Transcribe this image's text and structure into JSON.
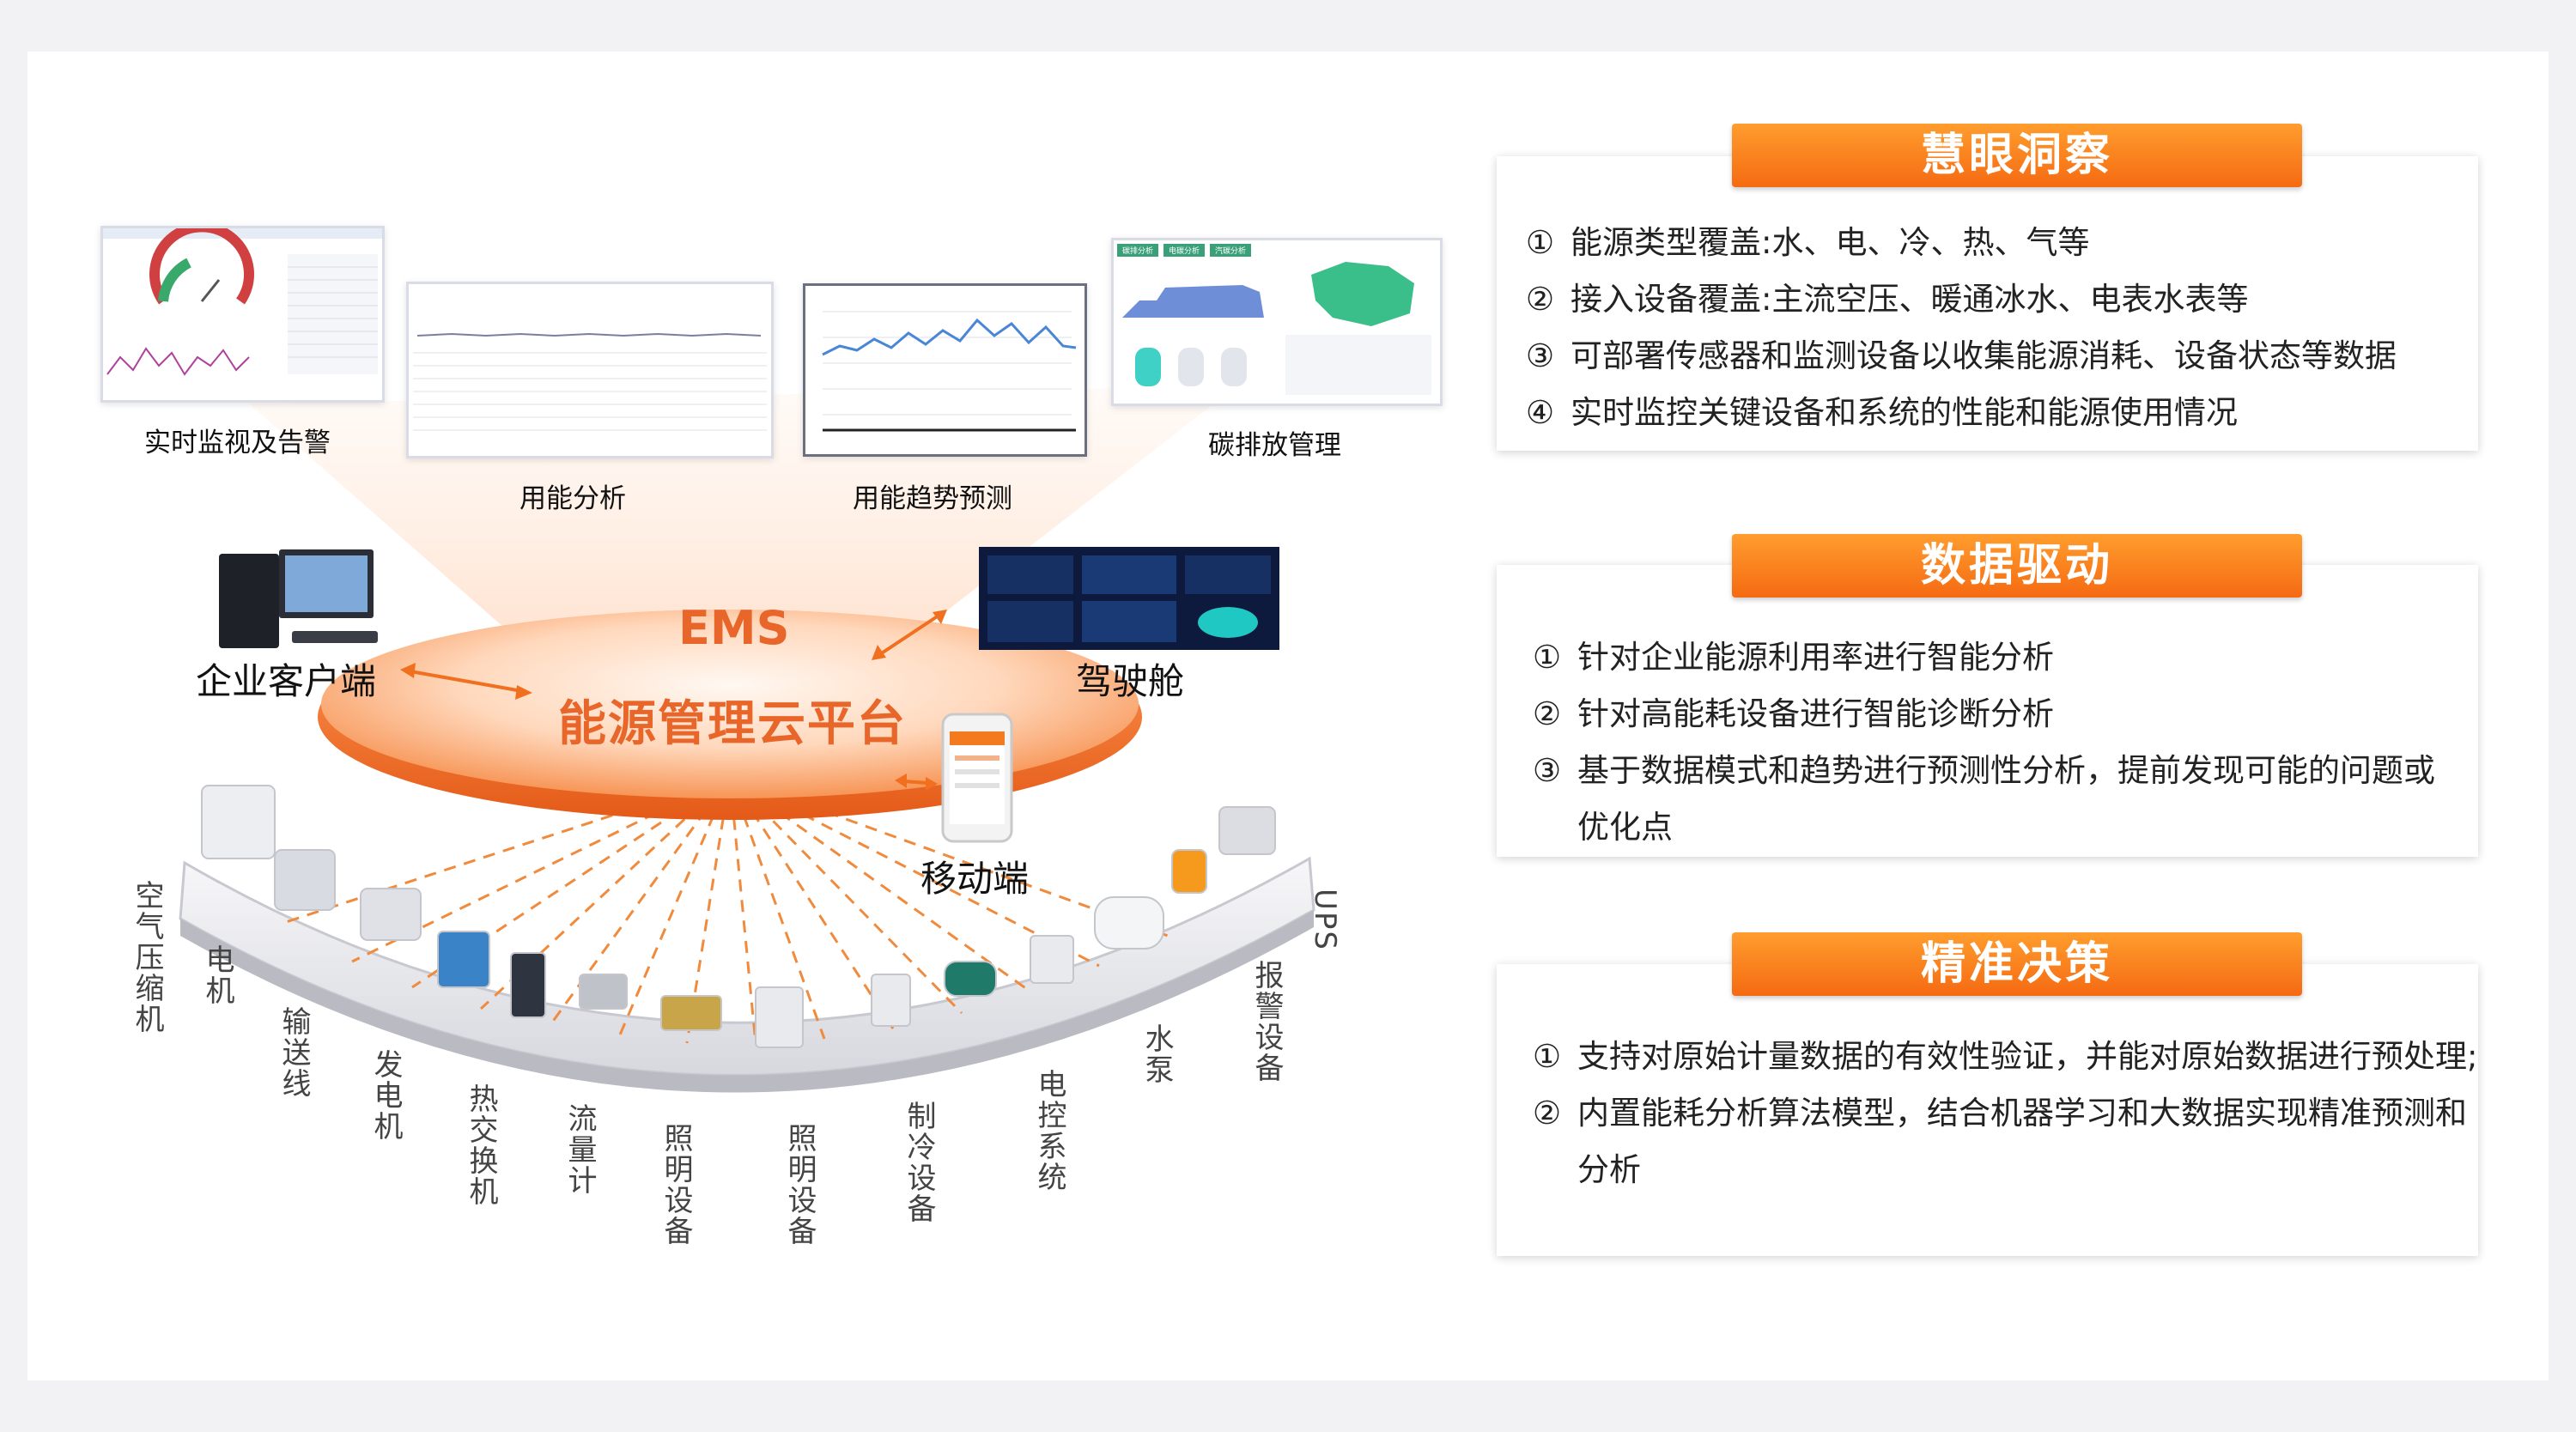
{
  "diagram": {
    "screens": [
      {
        "caption": "实时监视及告警"
      },
      {
        "caption": "用能分析"
      },
      {
        "caption": "用能趋势预测"
      },
      {
        "caption": "碳排放管理"
      }
    ],
    "platform": {
      "title": "EMS",
      "subtitle": "能源管理云平台"
    },
    "nodes": {
      "client": "企业客户端",
      "cockpit": "驾驶舱",
      "mobile": "移动端"
    },
    "devices": [
      "空气压缩机",
      "电机",
      "输送线",
      "发电机",
      "热交换机",
      "流量计",
      "照明设备",
      "照明设备",
      "制冷设备",
      "电控系统",
      "水泵",
      "报警设备",
      "UPS"
    ],
    "carbon_tabs": [
      "碳排分析",
      "电碳分析",
      "汽碳分析"
    ],
    "colors": {
      "accent": "#f07020",
      "platform": "#e8662a"
    }
  },
  "panels": [
    {
      "title": "慧眼洞察",
      "items": [
        {
          "num": "①",
          "text": "能源类型覆盖:水、电、冷、热、气等"
        },
        {
          "num": "②",
          "text": "接入设备覆盖:主流空压、暖通冰水、电表水表等"
        },
        {
          "num": "③",
          "text": "可部署传感器和监测设备以收集能源消耗、设备状态等数据"
        },
        {
          "num": "④",
          "text": "实时监控关键设备和系统的性能和能源使用情况"
        }
      ]
    },
    {
      "title": "数据驱动",
      "items": [
        {
          "num": "①",
          "text": "针对企业能源利用率进行智能分析"
        },
        {
          "num": "②",
          "text": "针对高能耗设备进行智能诊断分析"
        },
        {
          "num": "③",
          "text": "基于数据模式和趋势进行预测性分析，提前发现可能的问题或",
          "cont": "优化点"
        }
      ]
    },
    {
      "title": "精准决策",
      "items": [
        {
          "num": "①",
          "text": "支持对原始计量数据的有效性验证，并能对原始数据进行预处理;"
        },
        {
          "num": "②",
          "text": "内置能耗分析算法模型，结合机器学习和大数据实现精准预测和",
          "cont": "分析"
        }
      ]
    }
  ]
}
